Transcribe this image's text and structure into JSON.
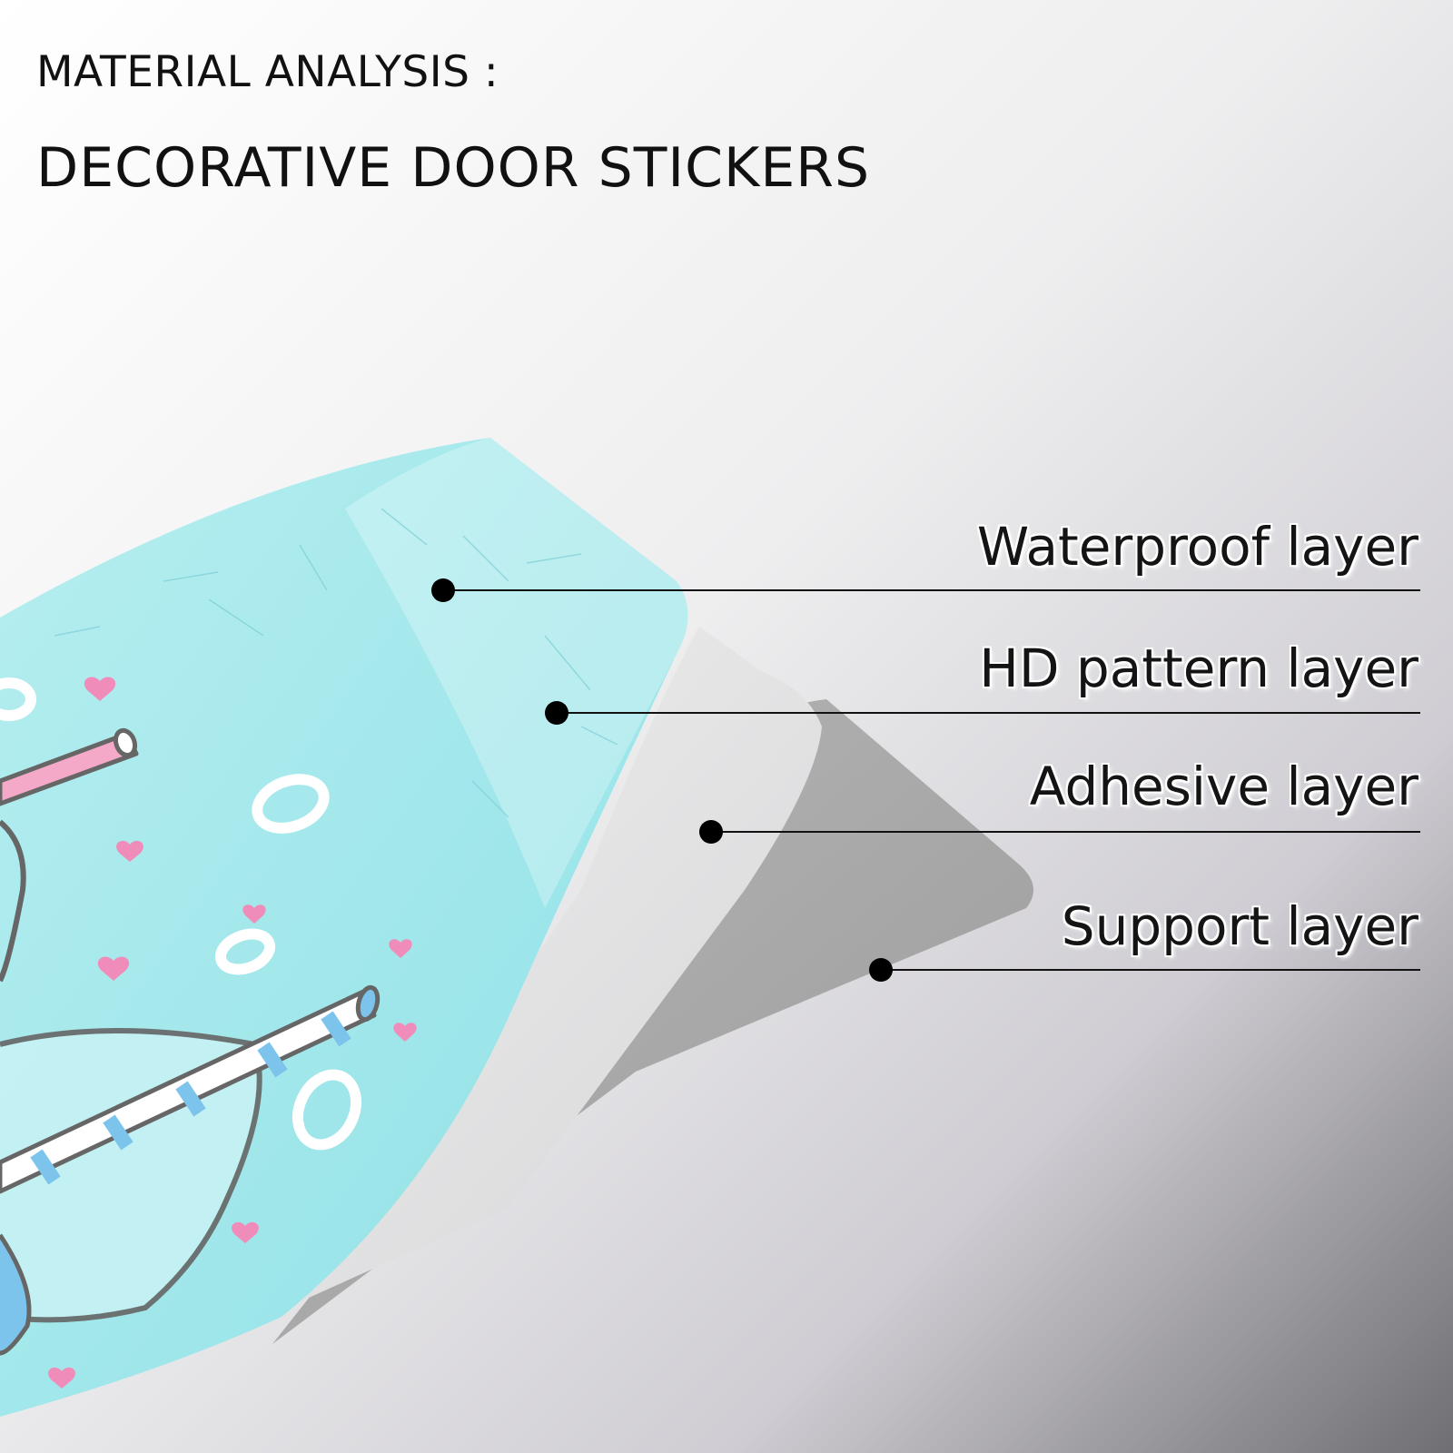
{
  "header": {
    "title": "MATERIAL ANALYSIS :",
    "subtitle": "DECORATIVE DOOR STICKERS"
  },
  "callouts": [
    {
      "label": "Waterproof layer"
    },
    {
      "label": "HD pattern layer"
    },
    {
      "label": "Adhesive layer"
    },
    {
      "label": "Support layer"
    }
  ],
  "colors": {
    "pattern_base": "#9ee8ec",
    "adhesive": "#e6e6e6",
    "support": "#a9a9a9",
    "heart": "#f08cba",
    "straw_pink": "#f4a9c8",
    "straw_blue": "#7cc4ec",
    "text": "#111111"
  }
}
